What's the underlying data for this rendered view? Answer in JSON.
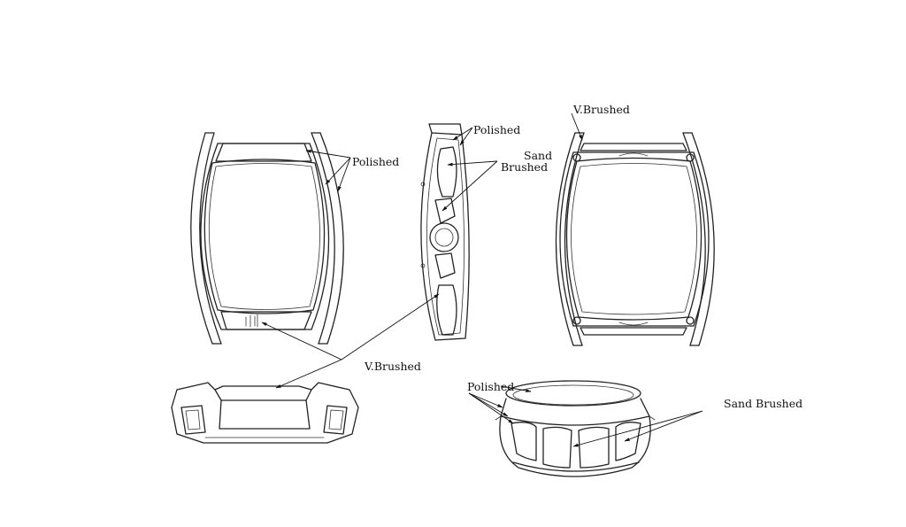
{
  "labels": {
    "polished_front": "Polished",
    "polished_side": "Polished",
    "sand_brushed_side_line1": "Sand",
    "sand_brushed_side_line2": "Brushed",
    "v_brushed_back": "V.Brushed",
    "v_brushed_bottom": "V.Brushed",
    "polished_crown": "Polished",
    "sand_brushed_crown": "Sand Brushed"
  },
  "colors": {
    "line": "#222222",
    "background": "#ffffff"
  }
}
